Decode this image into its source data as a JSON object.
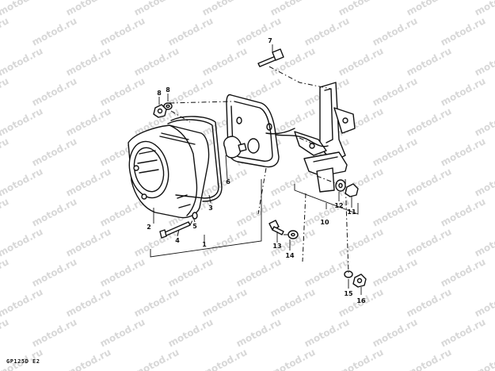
{
  "watermark": "motod.ru",
  "caption": "GP125D E2",
  "callouts": [
    {
      "id": "label-1",
      "text": "1"
    },
    {
      "id": "label-2",
      "text": "2"
    },
    {
      "id": "label-3",
      "text": "3"
    },
    {
      "id": "label-4",
      "text": "4"
    },
    {
      "id": "label-5",
      "text": "5"
    },
    {
      "id": "label-6",
      "text": "6"
    },
    {
      "id": "label-7",
      "text": "7"
    },
    {
      "id": "label-8a",
      "text": "8"
    },
    {
      "id": "label-8b",
      "text": "8"
    },
    {
      "id": "label-10",
      "text": "10"
    },
    {
      "id": "label-11",
      "text": "11"
    },
    {
      "id": "label-12",
      "text": "12"
    },
    {
      "id": "label-13",
      "text": "13"
    },
    {
      "id": "label-14",
      "text": "14"
    },
    {
      "id": "label-15",
      "text": "15"
    },
    {
      "id": "label-16",
      "text": "16"
    }
  ]
}
